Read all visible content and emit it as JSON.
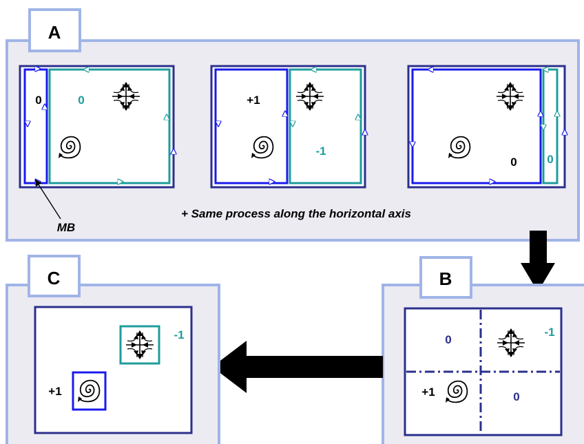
{
  "panel_a": {
    "tag": "A",
    "note": "+ Same process along the horizontal axis",
    "callout": "MB",
    "step1": {
      "left_value": "0",
      "right_value": "0"
    },
    "step2": {
      "left_value": "+1",
      "right_value": "-1"
    },
    "step3": {
      "left_value": "0",
      "right_value": "0"
    }
  },
  "panel_b": {
    "tag": "B",
    "top_left": "0",
    "top_right": "-1",
    "bottom_left": "+1",
    "bottom_right": "0"
  },
  "panel_c": {
    "tag": "C",
    "saddle_value": "-1",
    "focus_value": "+1"
  },
  "icons": [
    "saddle-icon",
    "spiral-icon",
    "arrow-down-icon",
    "arrow-left-icon"
  ],
  "colors": {
    "panel_border": "#a0b4e6",
    "panel_fill": "#ecebf2",
    "navy": "#2b2f8c",
    "blue": "#1a1aee",
    "teal": "#1e9c9c",
    "black": "#000000"
  }
}
